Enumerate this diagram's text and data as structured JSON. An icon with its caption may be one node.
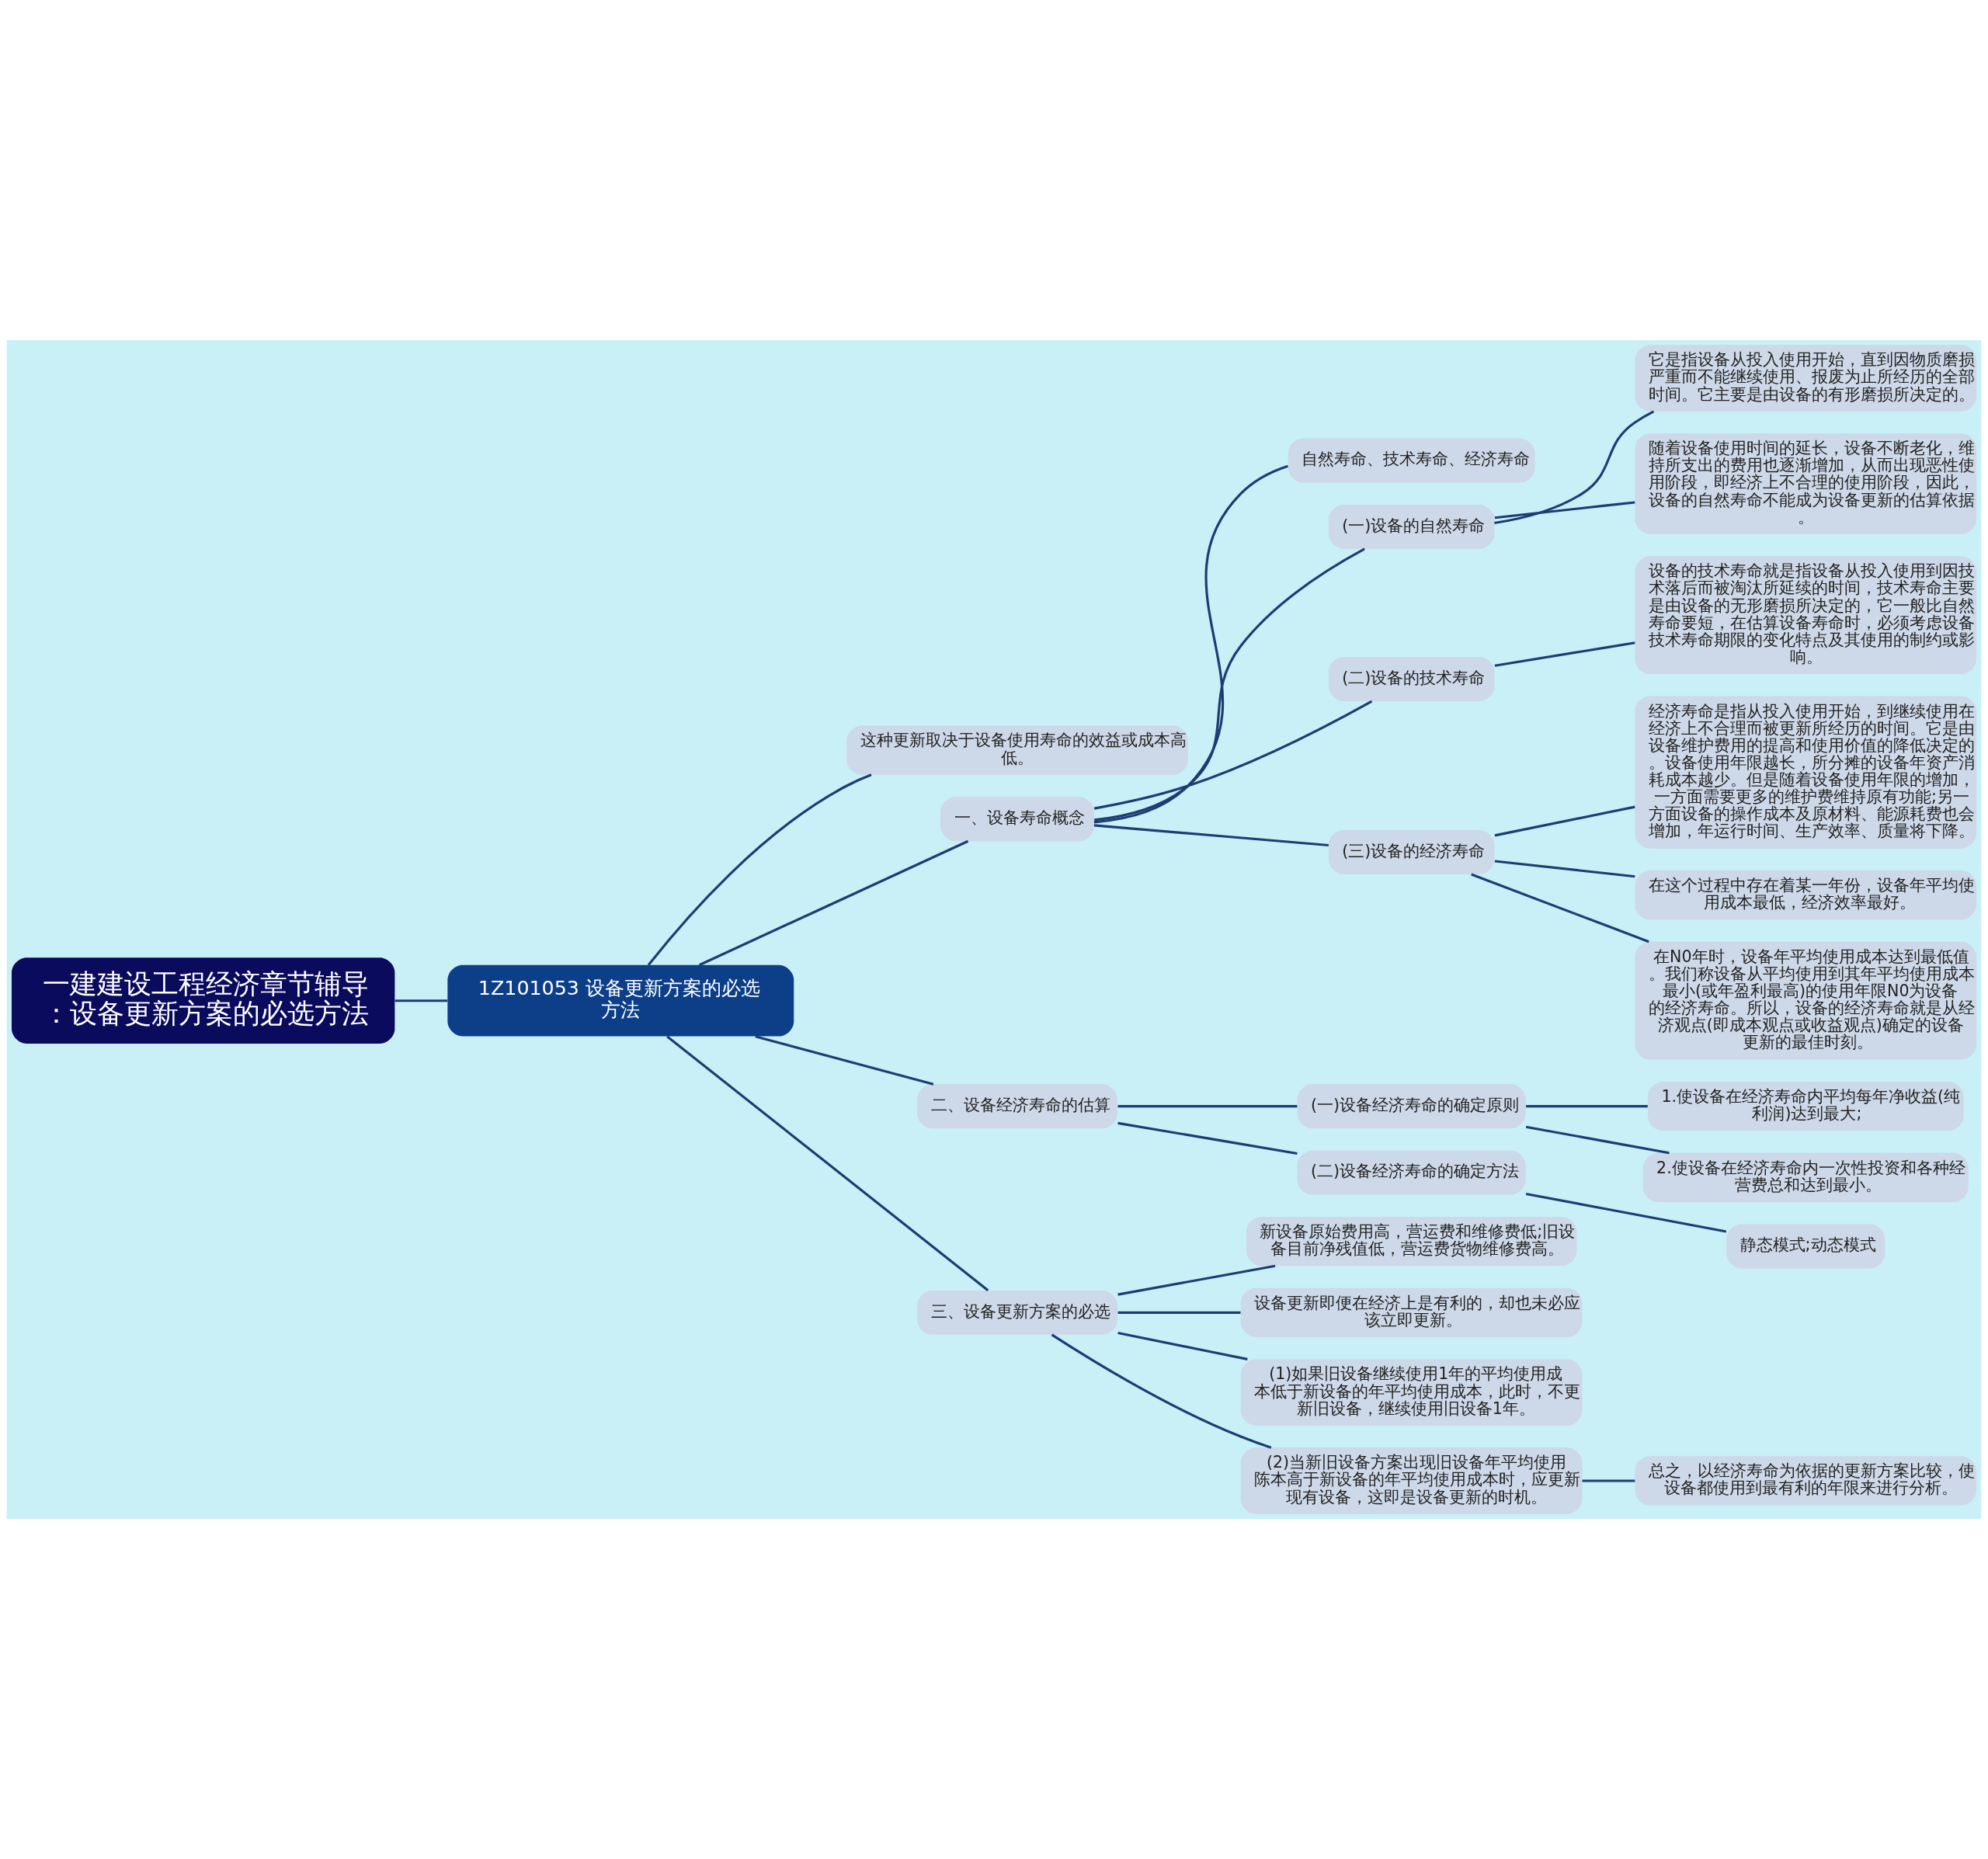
{
  "diagram": {
    "nodes": [
      {
        "text": [
          "一建建设工程经济章节辅导：设备更新方案的必选方法"
        ]
      },
      {
        "text": [
          "1Z101053 设备更新方案的必选方法"
        ]
      },
      {
        "text": [
          "这种更新取决于设备使用寿命的效益或成本高低。"
        ]
      },
      {
        "text": [
          "一、设备寿命概念"
        ]
      },
      {
        "text": [
          "自然寿命、技术寿命、经济寿命"
        ]
      },
      {
        "text": [
          "(一)设备的自然寿命"
        ]
      },
      {
        "text": [
          "它是指设备从投入使用开始，直到因物质磨损严重而不能继续使用、报废为止所经历的全部时间。它主要是由设备的有形磨损所决定的。"
        ]
      },
      {
        "text": [
          "随着设备使用时间的延长，设备不断老化，维持所支出的费用也逐渐增加，从而出现恶性使用阶段，即经济上不合理的使用阶段，因此，设备的自然寿命不能成为设备更新的估算依据。"
        ]
      },
      {
        "text": [
          "(二)设备的技术寿命"
        ]
      },
      {
        "text": [
          "设备的技术寿命就是指设备从投入使用到因技术落后而被淘汰所延续的时间，技术寿命主要是由设备的无形磨损所决定的，它一般比自然寿命要短，在估算设备寿命时，必须考虑设备技术寿命期限的变化特点及其使用的制约或影响。"
        ]
      },
      {
        "text": [
          "(三)设备的经济寿命"
        ]
      },
      {
        "text": [
          "经济寿命是指从投入使用开始，到继续使用在经济上不合理而被更新所经历的时间。它是由设备维护费用的提高和使用价值的降低决定的。设备使用年限越长，所分摊的设备年资产消耗成本越少。但是随着设备使用年限的增加，一方面需要更多的维护费维持原有功能;另一方面设备的操作成本及原材料、能源耗费也会增加，年运行时间、生产效率、质量将下降。"
        ]
      },
      {
        "text": [
          "在这个过程中存在着某一年份，设备年平均使用成本最低，经济效率最好。"
        ]
      },
      {
        "text": [
          "在N0年时，设备年平均使用成本达到最低值。我们称设备从平均使用到其年平均使用成本最小(或年盈利最高)的使用年限N0为设备的经济寿命。所以，设备的经济寿命就是从经济观点(即成本观点或收益观点)确定的设备更新的最佳时刻。"
        ]
      },
      {
        "text": [
          "二、设备经济寿命的估算"
        ]
      },
      {
        "text": [
          "(一)设备经济寿命的确定原则"
        ]
      },
      {
        "text": [
          "1.使设备在经济寿命内平均每年净收益(纯利润)达到最大;"
        ]
      },
      {
        "text": [
          "2.使设备在经济寿命内一次性投资和各种经营费总和达到最小。"
        ]
      },
      {
        "text": [
          "(二)设备经济寿命的确定方法"
        ]
      },
      {
        "text": [
          "静态模式;动态模式"
        ]
      },
      {
        "text": [
          "三、设备更新方案的必选"
        ]
      },
      {
        "text": [
          "新设备原始费用高，营运费和维修费低;旧设备目前净残值低，营运费货物维修费高。"
        ]
      },
      {
        "text": [
          "设备更新即便在经济上是有利的，却也未必应该立即更新。"
        ]
      },
      {
        "text": [
          "(1)如果旧设备继续使用1年的平均使用成本低于新设备的年平均使用成本，此时，不更新旧设备，继续使用旧设备1年。"
        ]
      },
      {
        "text": [
          "(2)当新旧设备方案出现旧设备年平均使用陈本高于新设备的年平均使用成本时，应更新现有设备，这即是设备更新的时机。"
        ]
      },
      {
        "text": [
          "总之，以经济寿命为依据的更新方案比较，使设备都使用到最有利的年限来进行分析。"
        ]
      }
    ],
    "edges": [
      {
        "from": 0,
        "to": 1,
        "arrow": "none"
      },
      {
        "from": 1,
        "to": 2,
        "arrow": "none"
      },
      {
        "from": 1,
        "to": 3,
        "arrow": "none"
      },
      {
        "from": 3,
        "to": 4,
        "arrow": "none"
      },
      {
        "from": 3,
        "to": 5,
        "arrow": "none"
      },
      {
        "from": 5,
        "to": 6,
        "arrow": "none"
      },
      {
        "from": 5,
        "to": 7,
        "arrow": "none"
      },
      {
        "from": 3,
        "to": 8,
        "arrow": "none"
      },
      {
        "from": 8,
        "to": 9,
        "arrow": "none"
      },
      {
        "from": 3,
        "to": 10,
        "arrow": "none"
      },
      {
        "from": 10,
        "to": 11,
        "arrow": "none"
      },
      {
        "from": 10,
        "to": 12,
        "arrow": "none"
      },
      {
        "from": 10,
        "to": 13,
        "arrow": "none"
      },
      {
        "from": 1,
        "to": 14,
        "arrow": "none"
      },
      {
        "from": 14,
        "to": 15,
        "arrow": "none"
      },
      {
        "from": 15,
        "to": 16,
        "arrow": "none"
      },
      {
        "from": 15,
        "to": 17,
        "arrow": "none"
      },
      {
        "from": 14,
        "to": 18,
        "arrow": "none"
      },
      {
        "from": 18,
        "to": 19,
        "arrow": "none"
      },
      {
        "from": 1,
        "to": 20,
        "arrow": "none"
      },
      {
        "from": 20,
        "to": 21,
        "arrow": "none"
      },
      {
        "from": 20,
        "to": 22,
        "arrow": "none"
      },
      {
        "from": 20,
        "to": 23,
        "arrow": "none"
      },
      {
        "from": 20,
        "to": 24,
        "arrow": "none"
      },
      {
        "from": 24,
        "to": 25,
        "arrow": "none"
      }
    ]
  }
}
